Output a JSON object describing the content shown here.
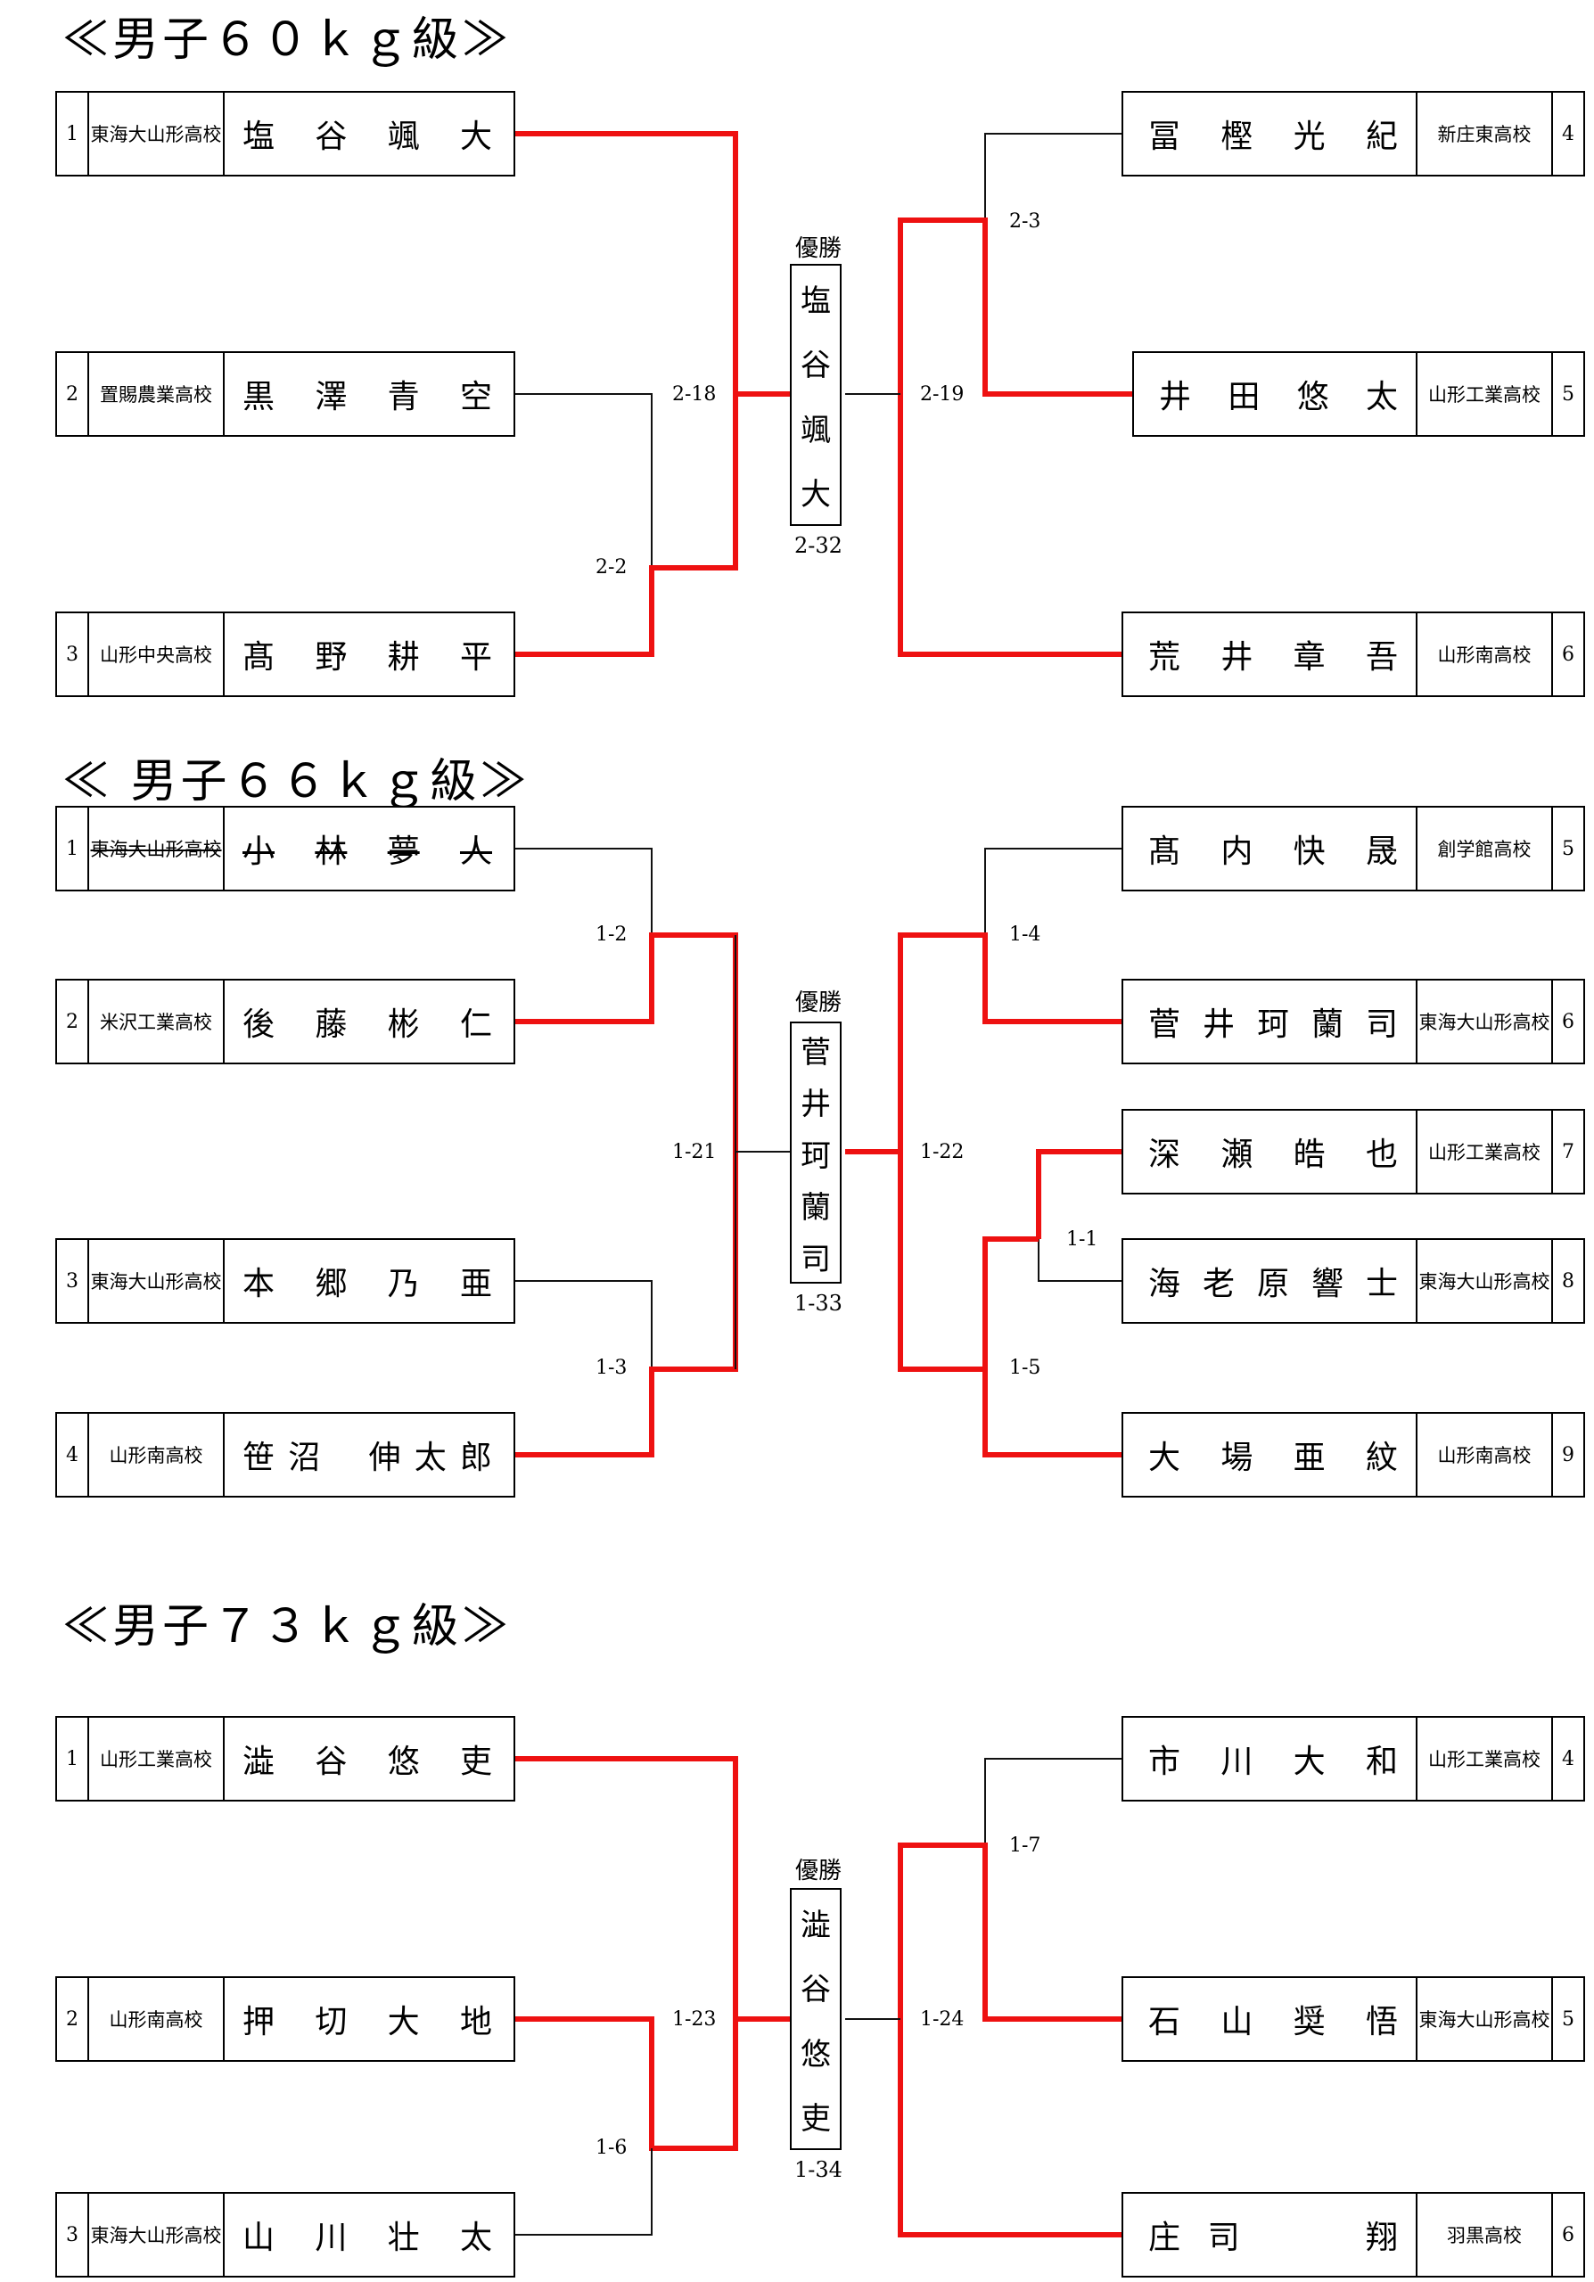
{
  "colors": {
    "win": "#ee1111",
    "lose": "#111111"
  },
  "champion_label": "優勝",
  "divisions": [
    {
      "title": "≪男子６０ｋｇ級≫",
      "left": [
        {
          "seed": "1",
          "school": "東海大山形高校",
          "name": [
            "塩",
            "谷",
            "颯",
            "大"
          ]
        },
        {
          "seed": "2",
          "school": "置賜農業高校",
          "name": [
            "黒",
            "澤",
            "青",
            "空"
          ]
        },
        {
          "seed": "3",
          "school": "山形中央高校",
          "name": [
            "髙",
            "野",
            "耕",
            "平"
          ]
        }
      ],
      "right": [
        {
          "seed": "4",
          "school": "新庄東高校",
          "name": [
            "冨",
            "樫",
            "光",
            "紀"
          ]
        },
        {
          "seed": "5",
          "school": "山形工業高校",
          "name": [
            "井",
            "田",
            "悠",
            "太"
          ]
        },
        {
          "seed": "6",
          "school": "山形南高校",
          "name": [
            "荒",
            "井",
            "章",
            "吾"
          ]
        }
      ],
      "matches": [
        "2-2",
        "2-18",
        "2-3",
        "2-19"
      ],
      "champion": {
        "name": [
          "塩",
          "谷",
          "颯",
          "大"
        ],
        "code": "2-32"
      }
    },
    {
      "title": "≪ 男子６６ｋｇ級≫",
      "left": [
        {
          "seed": "1",
          "school": "東海大山形高校",
          "name": [
            "小",
            "林",
            "夢",
            "人"
          ]
        },
        {
          "seed": "2",
          "school": "米沢工業高校",
          "name": [
            "後",
            "藤",
            "彬",
            "仁"
          ]
        },
        {
          "seed": "3",
          "school": "東海大山形高校",
          "name": [
            "本",
            "郷",
            "乃",
            "亜"
          ]
        },
        {
          "seed": "4",
          "school": "山形南高校",
          "name": [
            "笹",
            "沼",
            "伸",
            "太",
            "郎"
          ]
        }
      ],
      "right": [
        {
          "seed": "5",
          "school": "創学館高校",
          "name": [
            "髙",
            "内",
            "快",
            "晟"
          ]
        },
        {
          "seed": "6",
          "school": "東海大山形高校",
          "name": [
            "菅",
            "井",
            "珂",
            "蘭",
            "司"
          ]
        },
        {
          "seed": "7",
          "school": "山形工業高校",
          "name": [
            "深",
            "瀬",
            "皓",
            "也"
          ]
        },
        {
          "seed": "8",
          "school": "東海大山形高校",
          "name": [
            "海",
            "老",
            "原",
            "響",
            "士"
          ]
        },
        {
          "seed": "9",
          "school": "山形南高校",
          "name": [
            "大",
            "場",
            "亜",
            "紋"
          ]
        }
      ],
      "matches": [
        "1-2",
        "1-3",
        "1-21",
        "1-4",
        "1-1",
        "1-5",
        "1-22"
      ],
      "champion": {
        "name": [
          "菅",
          "井",
          "珂",
          "蘭",
          "司"
        ],
        "code": "1-33"
      }
    },
    {
      "title": "≪男子７３ｋｇ級≫",
      "left": [
        {
          "seed": "1",
          "school": "山形工業高校",
          "name": [
            "澁",
            "谷",
            "悠",
            "吏"
          ]
        },
        {
          "seed": "2",
          "school": "山形南高校",
          "name": [
            "押",
            "切",
            "大",
            "地"
          ]
        },
        {
          "seed": "3",
          "school": "東海大山形高校",
          "name": [
            "山",
            "川",
            "壮",
            "太"
          ]
        }
      ],
      "right": [
        {
          "seed": "4",
          "school": "山形工業高校",
          "name": [
            "市",
            "川",
            "大",
            "和"
          ]
        },
        {
          "seed": "5",
          "school": "東海大山形高校",
          "name": [
            "石",
            "山",
            "奨",
            "悟"
          ]
        },
        {
          "seed": "6",
          "school": "羽黒高校",
          "name": [
            "庄",
            "司",
            "翔"
          ]
        }
      ],
      "matches": [
        "1-6",
        "1-23",
        "1-7",
        "1-24"
      ],
      "champion": {
        "name": [
          "澁",
          "谷",
          "悠",
          "吏"
        ],
        "code": "1-34"
      }
    }
  ]
}
